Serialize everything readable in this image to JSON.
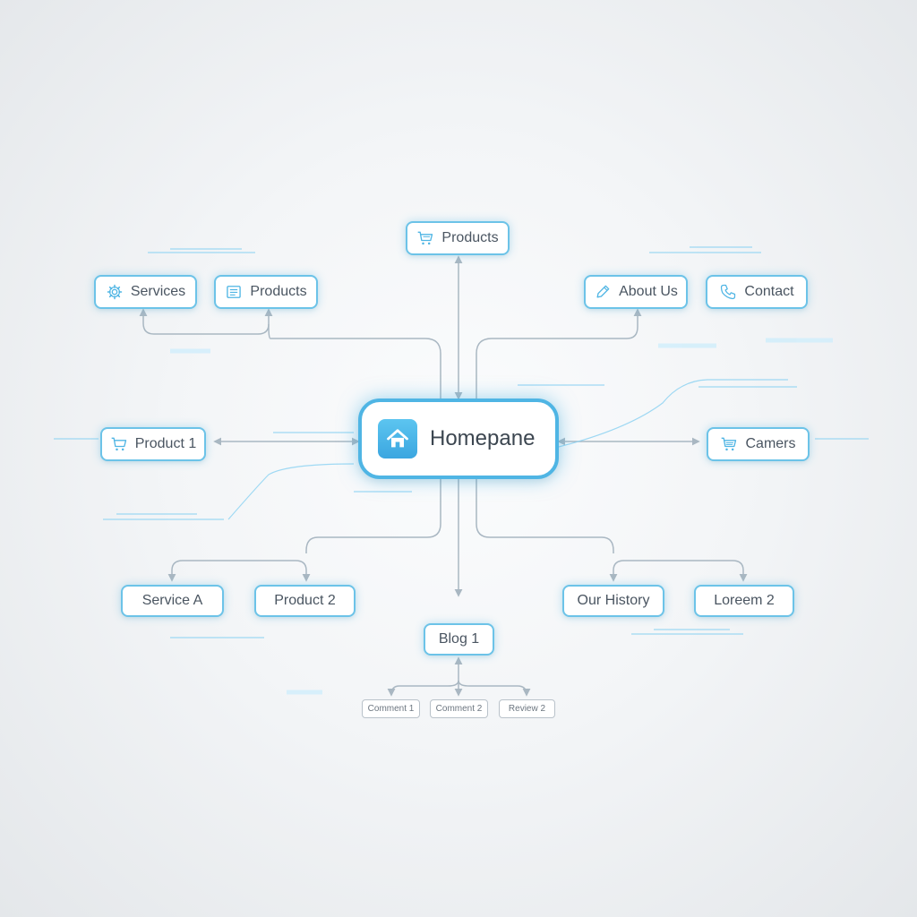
{
  "colors": {
    "node_border": "#6cc3e8",
    "home_border": "#4fb5e4",
    "connector": "#a9b7c2",
    "accent_line": "#8fd3f2",
    "text": "#4a5561"
  },
  "center": {
    "label": "Homepane",
    "icon": "home-icon"
  },
  "nodes": {
    "products_top": {
      "label": "Products",
      "icon": "cart-icon"
    },
    "services": {
      "label": "Services",
      "icon": "gear-icon"
    },
    "products_left": {
      "label": "Products",
      "icon": "list-icon"
    },
    "about_us": {
      "label": "About Us",
      "icon": "pencil-icon"
    },
    "contact": {
      "label": "Contact",
      "icon": "phone-icon"
    },
    "product_1": {
      "label": "Product 1",
      "icon": "cart-icon"
    },
    "camers": {
      "label": "Camers",
      "icon": "cart-icon"
    },
    "service_a": {
      "label": "Service A"
    },
    "product_2": {
      "label": "Product 2"
    },
    "our_history": {
      "label": "Our History"
    },
    "loreem_2": {
      "label": "Loreem 2"
    },
    "blog_1": {
      "label": "Blog 1"
    },
    "comment_1": {
      "label": "Comment 1"
    },
    "comment_2": {
      "label": "Comment 2"
    },
    "review_2": {
      "label": "Review 2"
    }
  }
}
